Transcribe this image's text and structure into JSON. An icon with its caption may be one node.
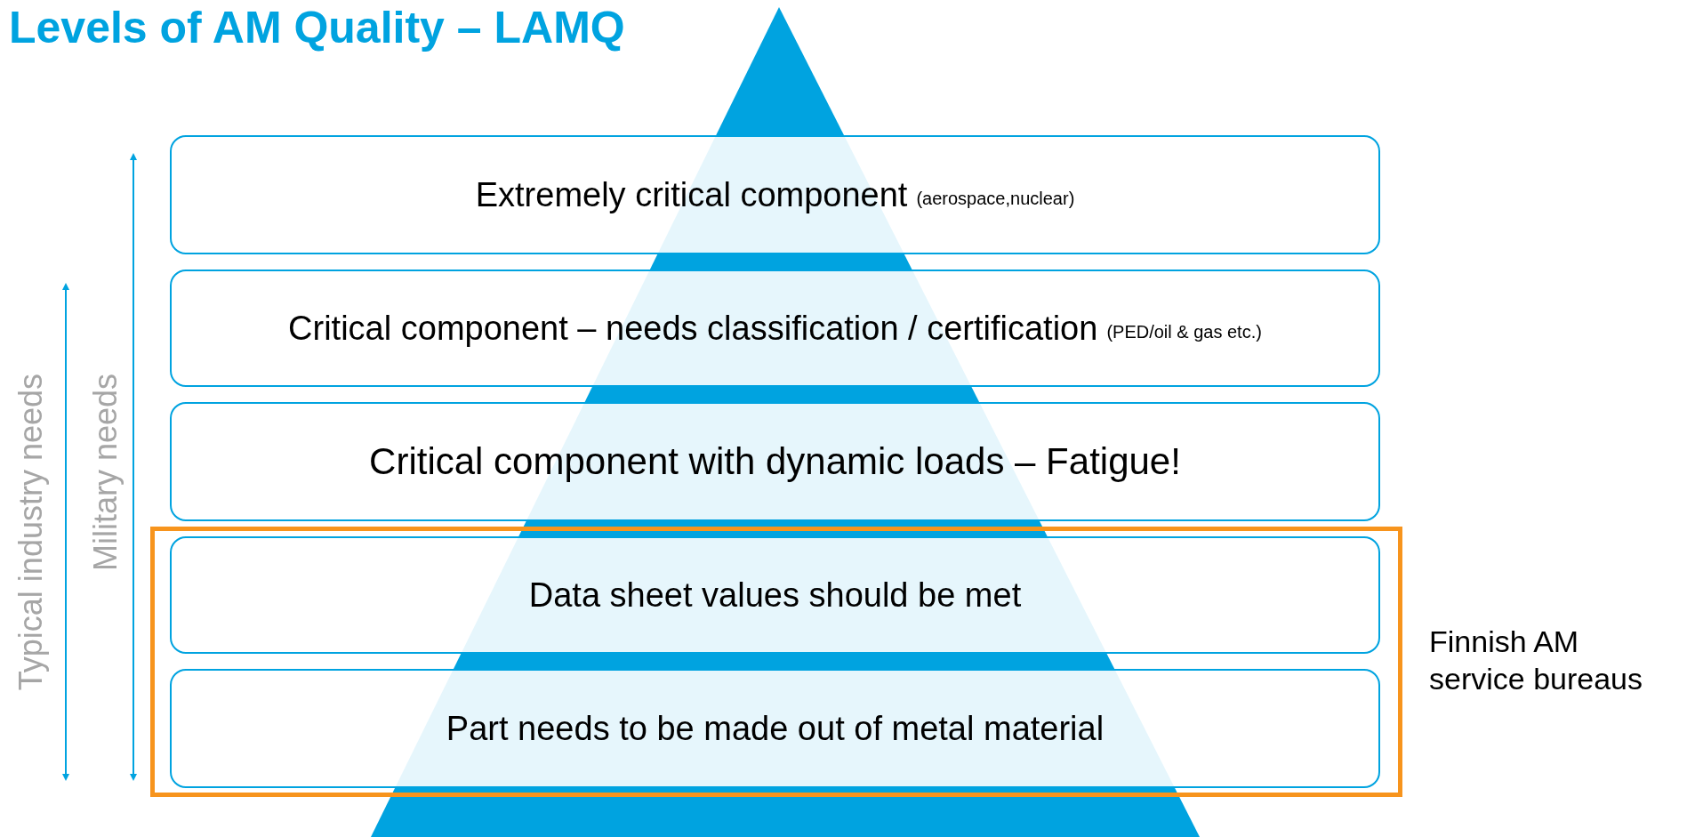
{
  "diagram": {
    "title": "Levels of AM Quality – LAMQ",
    "nodes": [
      {
        "text": [
          "Extremely critical component",
          "(aerospace,nuclear)"
        ]
      },
      {
        "text": [
          "Critical component – needs classification / certification",
          "(PED/oil & gas etc.)"
        ]
      },
      {
        "text": [
          "Critical component with dynamic loads – Fatigue!"
        ]
      },
      {
        "text": [],
        "shape": "box",
        "beside": [
          "Finnish AM service bureaus"
        ]
      },
      {
        "text": [
          "Data sheet values should be met"
        ],
        "in": 3
      },
      {
        "text": [
          "Part needs to be made out of metal material"
        ],
        "in": 3
      }
    ],
    "edges": [],
    "labels": [
      "Typical industry needs",
      "Military needs"
    ]
  }
}
